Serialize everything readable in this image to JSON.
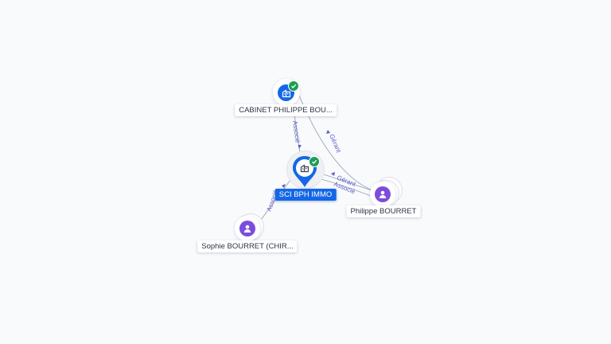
{
  "colors": {
    "company": "#1467e6",
    "person": "#7c4ddb",
    "verified": "#1e9e52",
    "edge": "#9aa0b4",
    "edge_label": "#5b5ec7",
    "label_primary": "#1467e6"
  },
  "nodes": [
    {
      "id": "cabinet",
      "label": "CABINET PHILIPPE BOU...",
      "kind": "company",
      "icon": "building-icon",
      "verified": true
    },
    {
      "id": "sci",
      "label": "SCI BPH IMMO",
      "kind": "company",
      "icon": "building-icon",
      "verified": true,
      "primary": true
    },
    {
      "id": "philippe",
      "label": "Philippe BOURRET",
      "kind": "person",
      "icon": "person-icon",
      "verified": false
    },
    {
      "id": "sophie",
      "label": "Sophie BOURRET (CHIR...",
      "kind": "person",
      "icon": "person-icon",
      "verified": false
    }
  ],
  "edges": [
    {
      "id": "cabinet-sci",
      "from": "cabinet",
      "to": "sci",
      "label": "Associé"
    },
    {
      "id": "philippe-cabinet",
      "from": "philippe",
      "to": "cabinet",
      "label": "Gérant"
    },
    {
      "id": "philippe-sci-gerant",
      "from": "philippe",
      "to": "sci",
      "label": "Gérant"
    },
    {
      "id": "philippe-sci-associe",
      "from": "philippe",
      "to": "sci",
      "label": "Associé"
    },
    {
      "id": "sophie-sci",
      "from": "sophie",
      "to": "sci",
      "label": "Associé"
    }
  ]
}
